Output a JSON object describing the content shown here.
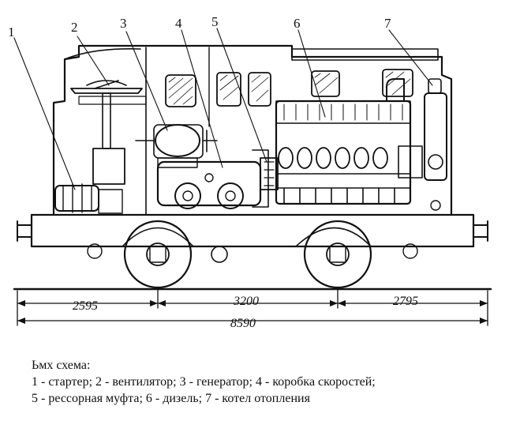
{
  "diagram": {
    "callouts": [
      "1",
      "2",
      "3",
      "4",
      "5",
      "6",
      "7"
    ],
    "dimensions": {
      "left_span": "2595",
      "middle_span": "3200",
      "right_span": "2795",
      "total_length": "8590"
    }
  },
  "caption": {
    "title": "Ьмх схема:",
    "line1": "1 - стартер; 2 - вентилятор; 3 - генератор; 4 - коробка скоростей;",
    "line2": "5 - рессорная муфта; 6 - дизель; 7 - котел отопления"
  },
  "colors": {
    "ink": "#111111",
    "background": "#ffffff"
  }
}
